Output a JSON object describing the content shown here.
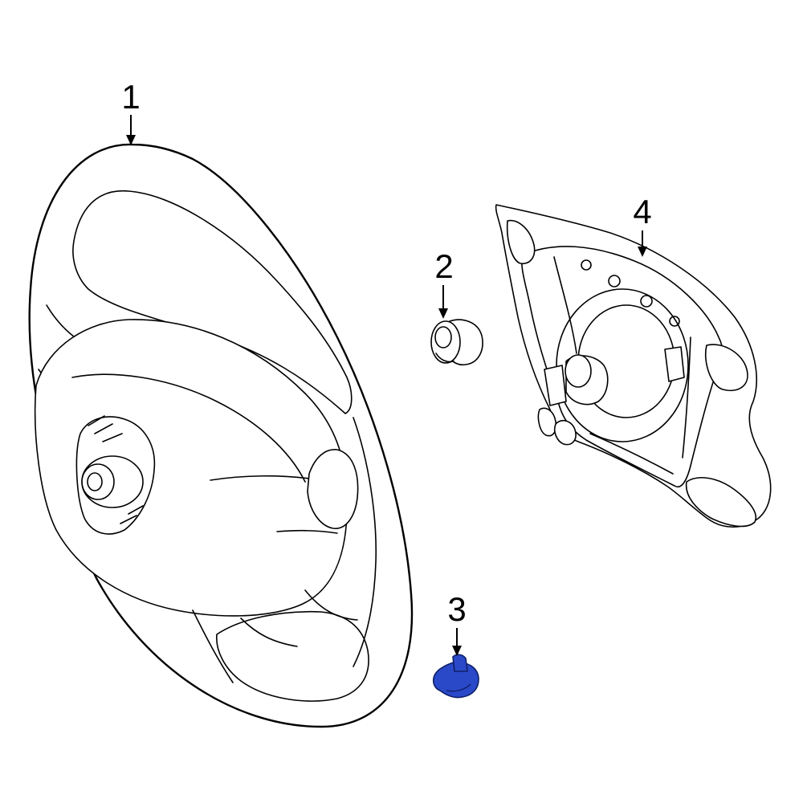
{
  "callouts": [
    {
      "id": "1",
      "label": "1"
    },
    {
      "id": "2",
      "label": "2"
    },
    {
      "id": "3",
      "label": "3"
    },
    {
      "id": "4",
      "label": "4"
    }
  ],
  "colors": {
    "background": "#ffffff",
    "line": "#000000",
    "highlight": "#2a49c9",
    "highlight_stroke": "#0f1f66"
  },
  "parts": {
    "1": "steering-wheel",
    "2": "grommet",
    "3": "clip",
    "4": "airbag-back-cover"
  }
}
